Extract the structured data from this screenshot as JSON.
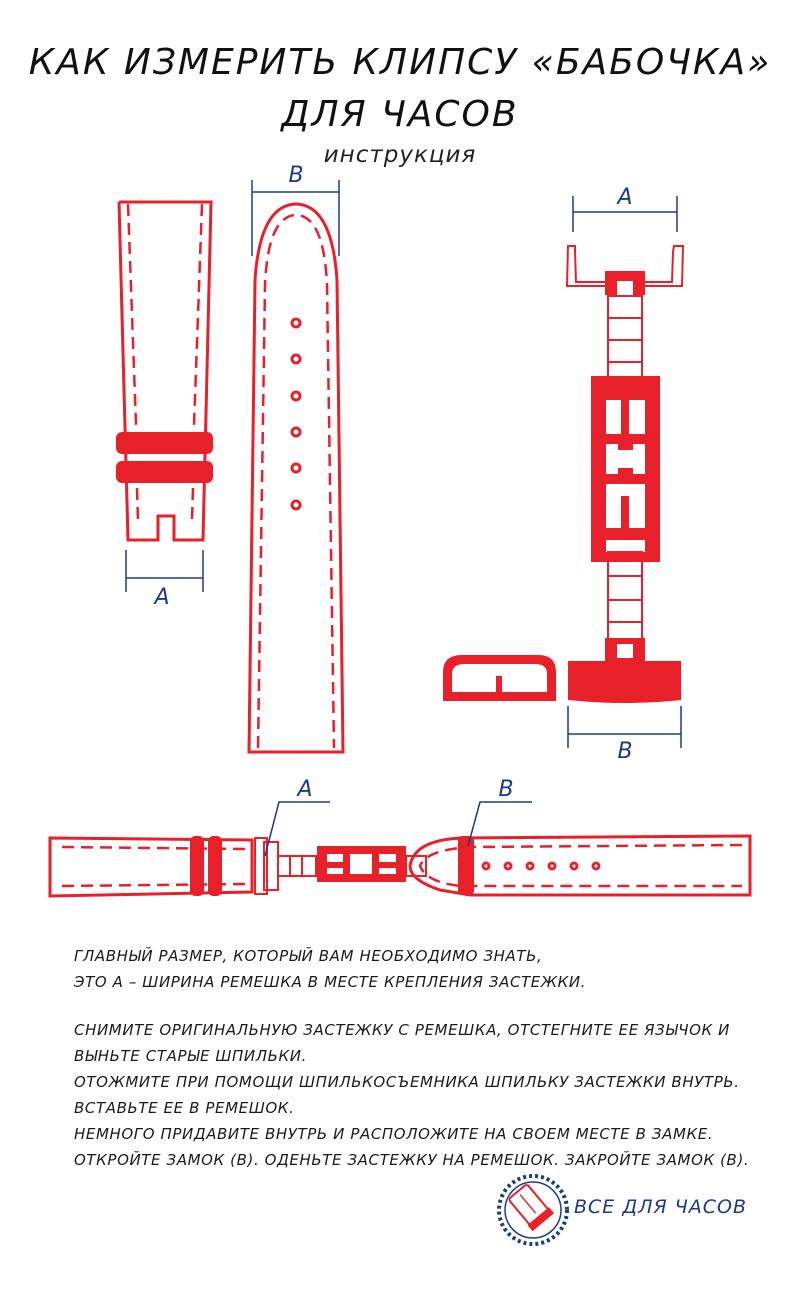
{
  "title_line1": "КАК ИЗМЕРИТЬ КЛИПСУ «БАБОЧКА»",
  "title_line2": "ДЛЯ ЧАСОВ",
  "subtitle": "инструкция",
  "labels": {
    "a": "A",
    "b": "B"
  },
  "paragraph1": [
    "ГЛАВНЫЙ РАЗМЕР, КОТОРЫЙ ВАМ НЕОБХОДИМО ЗНАТЬ,",
    "ЭТО А – ШИРИНА РЕМЕШКА В МЕСТЕ КРЕПЛЕНИЯ ЗАСТЕЖКИ."
  ],
  "paragraph2": [
    "СНИМИТЕ ОРИГИНАЛЬНУЮ ЗАСТЕЖКУ С РЕМЕШКА, ОТСТЕГНИТЕ ЕЕ ЯЗЫЧОК И",
    "ВЫНЬТЕ СТАРЫЕ ШПИЛЬКИ.",
    "ОТОЖМИТЕ ПРИ ПОМОЩИ ШПИЛЬКОСЪЕМНИКА ШПИЛЬКУ ЗАСТЕЖКИ ВНУТРЬ.",
    "ВСТАВЬТЕ ЕЕ В РЕМЕШОК.",
    "НЕМНОГО ПРИДАВИТЕ ВНУТРЬ И РАСПОЛОЖИТЕ НА СВОЕМ МЕСТЕ В ЗАМКЕ.",
    "ОТКРОЙТЕ ЗАМОК (B). ОДЕНЬТЕ ЗАСТЕЖКУ НА РЕМЕШОК. ЗАКРОЙТЕ ЗАМОК (B)."
  ],
  "brand": "ВСЕ ДЛЯ ЧАСОВ",
  "colors": {
    "red": "#e8202a",
    "navy": "#1d3a8a"
  },
  "icons": [
    "watch-strap-logo-icon"
  ]
}
